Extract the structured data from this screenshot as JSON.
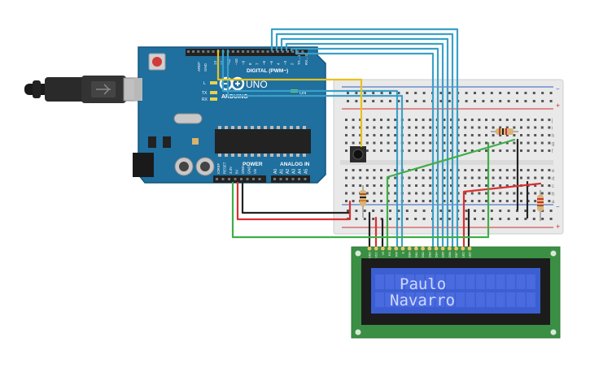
{
  "arduino": {
    "header_digital": "DIGITAL (PWM~)",
    "model": "UNO",
    "brand": "ARDUINO",
    "power_label": "POWER",
    "analog_label": "ANALOG IN",
    "on_label": "ON",
    "tx_label": "TX",
    "rx_label": "RX",
    "l_label": "L",
    "pin_aref": "AREF",
    "pin_gnd": "GND",
    "digital_pins": [
      "13",
      "12",
      "~11",
      "~10",
      "~9",
      "8",
      "7",
      "~6",
      "~5",
      "4",
      "~3",
      "2",
      "TX→1",
      "RX←0"
    ],
    "power_pins": [
      "IOREF",
      "RESET",
      "3.3V",
      "5V",
      "GND",
      "GND",
      "Vin"
    ],
    "analog_pins": [
      "A0",
      "A1",
      "A2",
      "A3",
      "A4",
      "A5"
    ]
  },
  "lcd": {
    "line1": "Paulo",
    "line2": "Navarro",
    "pins": [
      "GND",
      "VCC",
      "V0",
      "RS",
      "RW",
      "E",
      "DB0",
      "DB1",
      "DB2",
      "DB3",
      "DB4",
      "DB5",
      "DB6",
      "DB7",
      "LED",
      "LED"
    ]
  },
  "breadboard": {
    "rail_plus": "+",
    "rail_minus": "−",
    "row_letters_top": [
      "j",
      "i",
      "h",
      "g",
      "f"
    ],
    "row_letters_bottom": [
      "e",
      "d",
      "c",
      "b",
      "a"
    ]
  },
  "colors": {
    "board": "#1f6f9f",
    "board_dark": "#15567c",
    "lcd_pcb": "#3a8f44",
    "lcd_screen": "#3b5fd1",
    "wire_blue": "#3aa0c8",
    "wire_green": "#3fae49",
    "wire_red": "#d93030",
    "wire_black": "#222222",
    "wire_yellow": "#e8c020"
  }
}
